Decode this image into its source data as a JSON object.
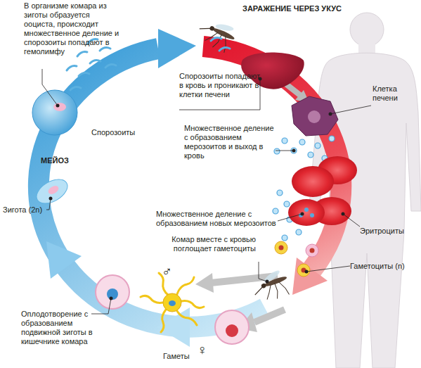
{
  "diagram": {
    "labels": [
      "В организме комара из зиготы образуется ооциста, происходит множественное деление и спорозоиты попадают в гемолимфу",
      "ЗАРАЖЕНИЕ ЧЕРЕЗ УКУС",
      "Спорозоиты попадают в кровь и проникают в клетки печени",
      "Клетка печени",
      "Множественное деление с образованием мерозоитов и выход в кровь",
      "Спорозоиты",
      "МЕЙОЗ",
      "Множественное деление с образованием новых мерозоитов",
      "Эритроциты",
      "Зигота (2n)",
      "Комар вместе с кровью поглощает гаметоциты",
      "Гаметоциты (n)",
      "♂",
      "Оплодотворение с образованием подвижной зиготы в кишечнике комара",
      "Гаметы",
      "♀"
    ]
  }
}
